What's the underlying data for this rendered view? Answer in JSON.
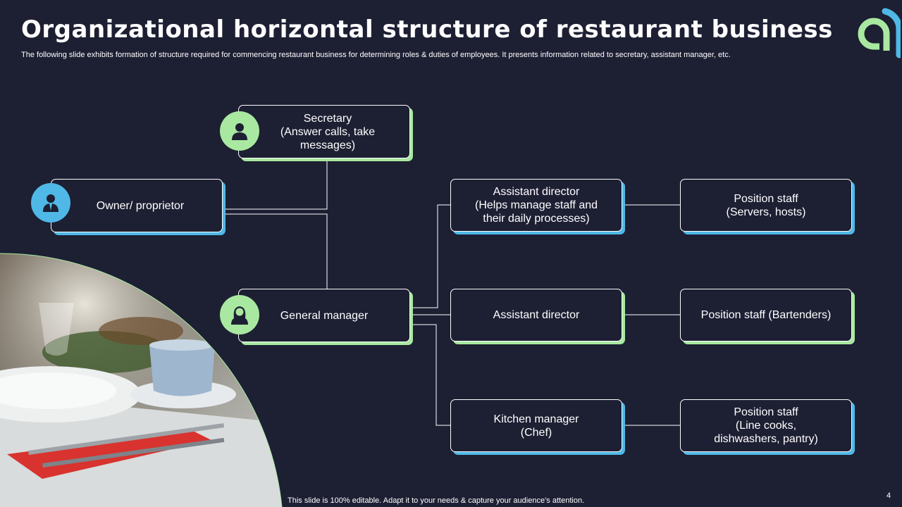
{
  "slide": {
    "title": "Organizational horizontal structure of restaurant business",
    "subtitle": "The following slide exhibits formation of structure required for commencing restaurant business for determining roles & duties of employees. It presents information related to secretary, assistant manager, etc.",
    "footer": "This slide is 100% editable. Adapt it to your needs & capture your audience’s attention.",
    "page_number": "4"
  },
  "colors": {
    "background": "#1d1f33",
    "green_accent": "#a8e8a0",
    "blue_accent": "#4fb8e6"
  },
  "org": {
    "owner": {
      "label": "Owner/ proprietor",
      "icon": "businessman-icon"
    },
    "secretary": {
      "label": "Secretary\n(Answer calls, take\nmessages)",
      "icon": "person-icon"
    },
    "general_manager": {
      "label": "General manager",
      "icon": "woman-icon"
    },
    "assistant_director_1": {
      "label": "Assistant director\n(Helps manage staff and\ntheir daily processes)"
    },
    "assistant_director_2": {
      "label": "Assistant director"
    },
    "kitchen_manager": {
      "label": "Kitchen manager\n(Chef)"
    },
    "position_staff_1": {
      "label": "Position staff\n(Servers, hosts)"
    },
    "position_staff_2": {
      "label": "Position staff (Bartenders)"
    },
    "position_staff_3": {
      "label": "Position staff\n(Line cooks,\ndishwashers, pantry)"
    }
  }
}
